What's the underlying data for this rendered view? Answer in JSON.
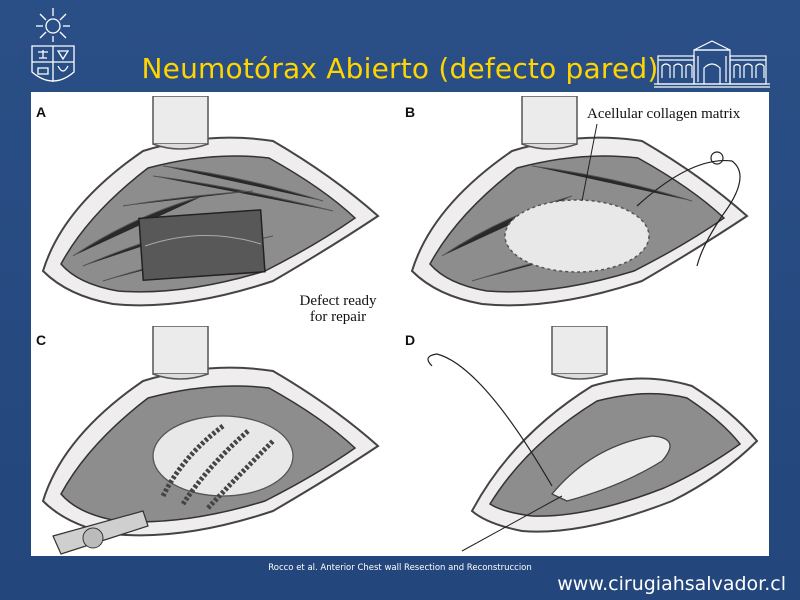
{
  "slide": {
    "title": "Neumotórax Abierto (defecto pared)",
    "citation": "Rocco et al. Anterior Chest wall Resection and Reconstruccion",
    "website": "www.cirugiahsalvador.cl"
  },
  "figure": {
    "panels": [
      {
        "letter": "A",
        "annotation_line1": "Defect ready",
        "annotation_line2": "for repair"
      },
      {
        "letter": "B",
        "annotation": "Acellular collagen matrix"
      },
      {
        "letter": "C"
      },
      {
        "letter": "D"
      }
    ]
  },
  "colors": {
    "background": "#25497f",
    "title": "#ffd400",
    "text": "#ffffff"
  },
  "icons": {
    "left_logo": "university-crest-icon",
    "right_logo": "hospital-building-icon"
  }
}
